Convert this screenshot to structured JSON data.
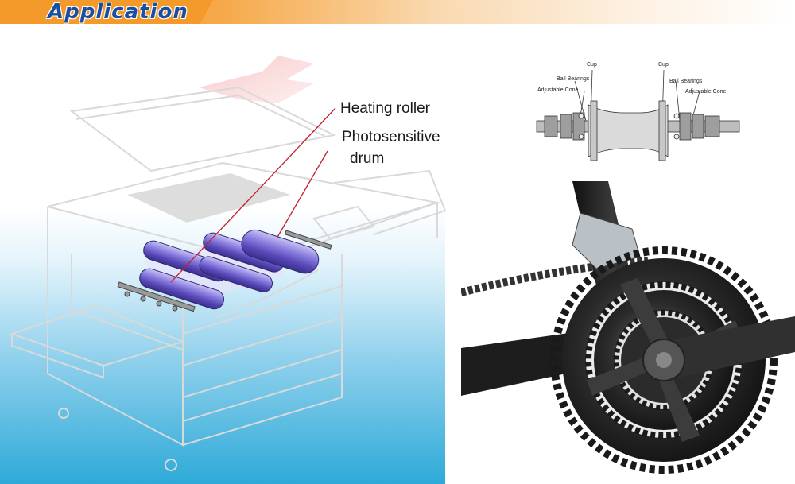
{
  "header": {
    "title": "Application"
  },
  "copier": {
    "labels": {
      "heating_roller": "Heating roller",
      "photosensitive_line1": "Photosensitive",
      "photosensitive_line2": "drum"
    }
  },
  "hub": {
    "labels": {
      "cup_left": "Cup",
      "cup_right": "Cup",
      "ball_bearings_left": "Ball Bearings",
      "ball_bearings_right": "Ball Bearings",
      "adjustable_cone_left": "Adjustable Cone",
      "adjustable_cone_right": "Adjustable Cone"
    }
  },
  "colors": {
    "header_orange": "#f39a2a",
    "title_blue": "#1c4ea0",
    "sky_blue": "#2eaad8",
    "roller_purple": "#7b6fd6",
    "leader_red": "#c0202a"
  },
  "icons": [
    "copier-illustration",
    "bicycle-hub-diagram",
    "bicycle-crankset-photo"
  ]
}
